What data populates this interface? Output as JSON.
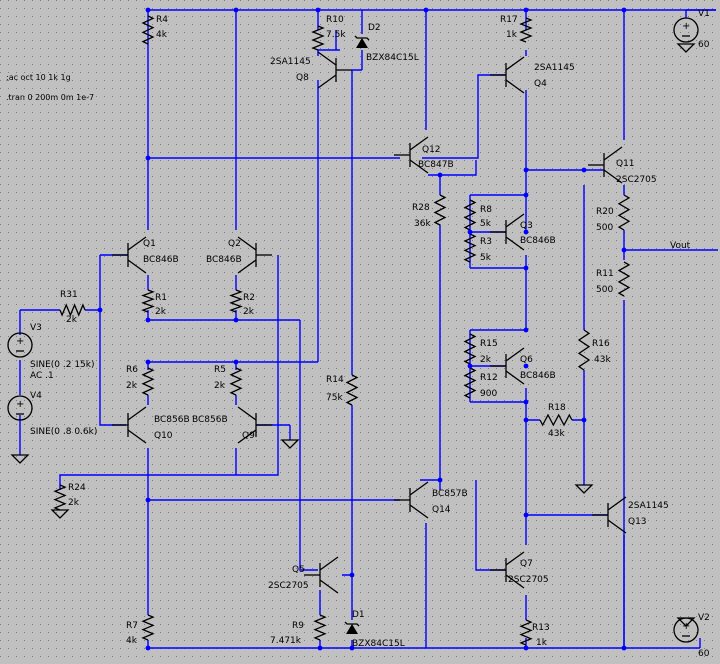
{
  "directives": [
    ";ac oct 10 1k 1g",
    ".tran 0 200m 0m 1e-7"
  ],
  "labels": {
    "R4": "R4",
    "R4v": "4k",
    "R10": "R10",
    "R10v": "7.5k",
    "D2": "D2",
    "D2v": "BZX84C15L",
    "R17": "R17",
    "R17v": "1k",
    "V1": "V1",
    "V1v": "60",
    "Q8m": "2SA1145",
    "Q8": "Q8",
    "Q4m": "2SA1145",
    "Q4": "Q4",
    "Q12": "Q12",
    "Q12m": "BC847B",
    "Q11": "Q11",
    "Q11m": "2SC2705",
    "R28": "R28",
    "R28v": "36k",
    "R8": "R8",
    "R8v": "5k",
    "R3": "R3",
    "R3v": "5k",
    "Q3": "Q3",
    "Q3m": "BC846B",
    "R20": "R20",
    "R20v": "500",
    "Vout": "Vout",
    "R11": "R11",
    "R11v": "500",
    "Q1": "Q1",
    "Q1m": "BC846B",
    "Q2": "Q2",
    "Q2m": "BC846B",
    "R31": "R31",
    "R31v": "2k",
    "R1": "R1",
    "R1v": "2k",
    "R2": "R2",
    "R2v": "2k",
    "V3": "V3",
    "V3v1": "SINE(0 .2 15k)",
    "V3v2": "AC .1",
    "V4": "V4",
    "V4v": "SINE(0 .8 0.6k)",
    "R6": "R6",
    "R6v": "2k",
    "R5": "R5",
    "R5v": "2k",
    "R14": "R14",
    "R14v": "75k",
    "R15": "R15",
    "R15v": "2k",
    "R12": "R12",
    "R12v": "900",
    "Q6": "Q6",
    "Q6m": "BC846B",
    "R16": "R16",
    "R16v": "43k",
    "R18": "R18",
    "R18v": "43k",
    "Q10m": "BC856B",
    "Q10": "Q10",
    "Q9m": "BC856B",
    "Q9": "Q9",
    "R24": "R24",
    "R24v": "2k",
    "Q14m": "BC857B",
    "Q14": "Q14",
    "Q13m": "2SA1145",
    "Q13": "Q13",
    "Q5": "Q5",
    "Q5m": "2SC2705",
    "Q7": "Q7",
    "Q7m": "2SC2705",
    "R7": "R7",
    "R7v": "4k",
    "R9": "R9",
    "R9v": "7.471k",
    "D1": "D1",
    "D1v": "BZX84C15L",
    "R13": "R13",
    "R13v": "1k",
    "V2": "V2",
    "V2v": "60"
  }
}
